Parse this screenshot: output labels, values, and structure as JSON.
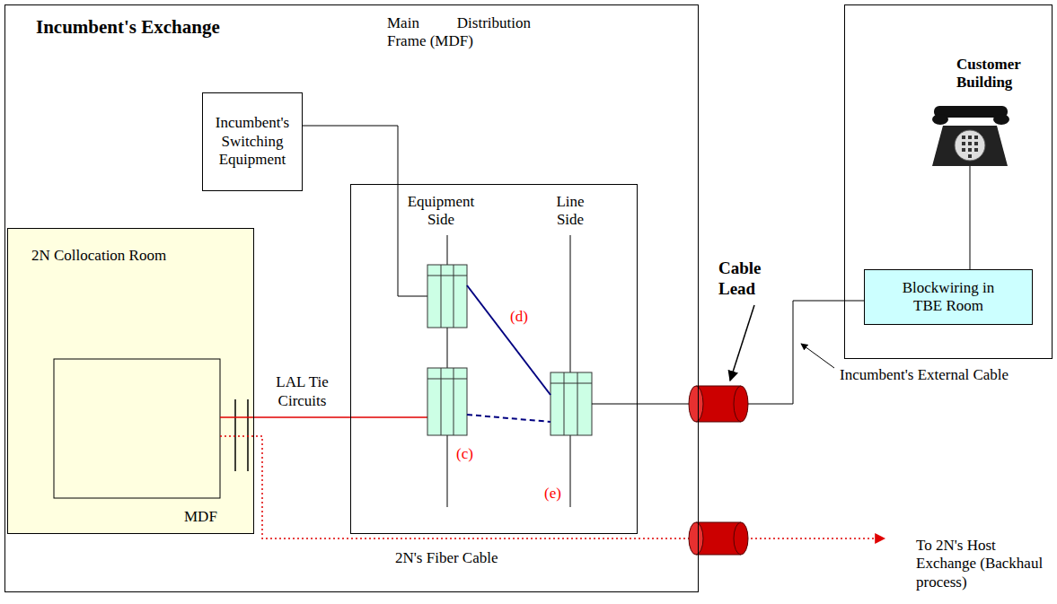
{
  "diagram": {
    "nodes": [
      {
        "text": [
          "Incumbent's Exchange"
        ]
      },
      {
        "text": [
          "Main Distribution Frame (MDF)"
        ],
        "in": 0
      },
      {
        "text": [
          "Incumbent's Switching Equipment"
        ],
        "in": 0
      },
      {
        "text": [
          "2N Collocation Room"
        ],
        "in": 0
      },
      {
        "text": [
          "Customer Building"
        ]
      },
      {
        "text": [
          "Blockwiring in TBE Room"
        ],
        "in": 4
      }
    ],
    "edges": [
      {
        "from": 2,
        "to": 1,
        "arrow": "none"
      },
      {
        "from": 3,
        "to": 1,
        "label": "LAL Tie Circuits",
        "arrow": "none"
      },
      {
        "from": 1,
        "to": 5,
        "arrow": "none"
      }
    ],
    "labels": [
      "Equipment Side",
      "Line Side",
      "(d)",
      "(c)",
      "(e)",
      "Cable Lead",
      "Incumbent's External Cable",
      "MDF",
      "2N's Fiber Cable",
      "To 2N's Host Exchange (Backhaul process)"
    ]
  }
}
